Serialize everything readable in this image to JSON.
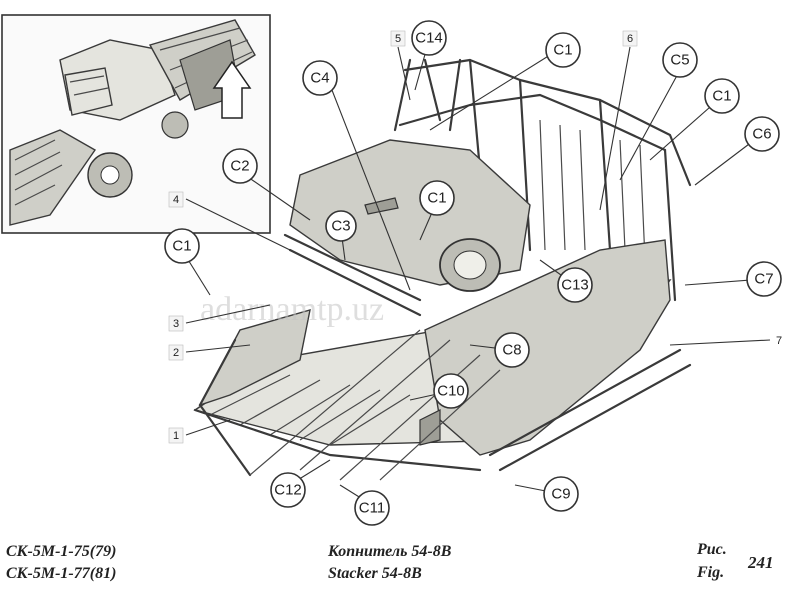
{
  "figure": {
    "watermark": "adarnamtp.uz",
    "models": [
      "СК-5М-1-75(79)",
      "СК-5М-1-77(81)"
    ],
    "title_ru": "Копнитель 54-8В",
    "title_en": "Stacker 54-8B",
    "fig_label_ru": "Рис.",
    "fig_label_en": "Fig.",
    "fig_number": "241"
  },
  "callouts": {
    "c14": "C14",
    "c1_top": "C1",
    "c4": "C4",
    "c5": "C5",
    "c1_right": "C1",
    "c6": "C6",
    "c2": "C2",
    "c1_mid": "C1",
    "c3": "C3",
    "c1_left": "C1",
    "c13": "C13",
    "c7": "C7",
    "c8": "C8",
    "c10": "C10",
    "c12": "C12",
    "c11": "C11",
    "c9": "C9"
  },
  "numbers": {
    "n1": "1",
    "n2": "2",
    "n3": "3",
    "n4": "4",
    "n5": "5",
    "n6": "6",
    "n7": "7"
  },
  "colors": {
    "line": "#333333",
    "panel": "#cfcfc8",
    "watermark": "#c4c4c4"
  }
}
